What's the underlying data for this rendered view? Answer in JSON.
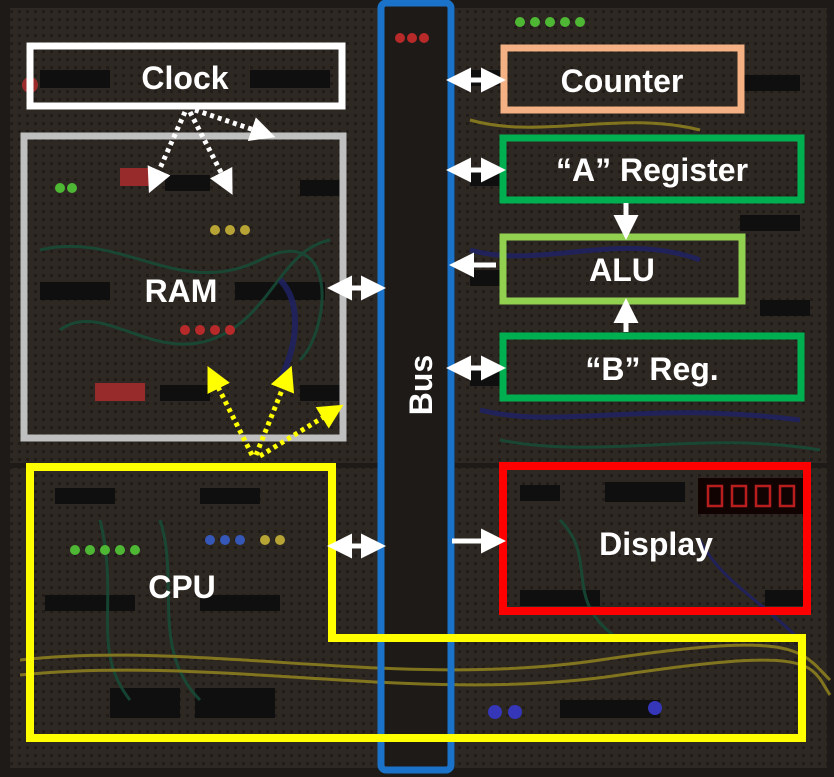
{
  "blocks": {
    "clock": {
      "label": "Clock",
      "color": "#ffffff"
    },
    "ram": {
      "label": "RAM",
      "color": "#bfbfbf"
    },
    "cpu": {
      "label": "CPU",
      "color": "#ffff00"
    },
    "bus": {
      "label": "Bus",
      "color": "#1a73c8"
    },
    "counter": {
      "label": "Counter",
      "color": "#f4b183"
    },
    "a_register": {
      "label": "“A” Register",
      "color": "#00b050"
    },
    "alu": {
      "label": "ALU",
      "color": "#92d050"
    },
    "b_register": {
      "label": "“B” Reg.",
      "color": "#00b050"
    },
    "display": {
      "label": "Display",
      "color": "#ff0000"
    }
  },
  "background": {
    "description_icon": "breadboard-photo",
    "board_color": "#4a413a",
    "wire_colors": [
      "#1f6b4e",
      "#2a2f8a",
      "#c9b52a",
      "#c23a3a"
    ]
  }
}
